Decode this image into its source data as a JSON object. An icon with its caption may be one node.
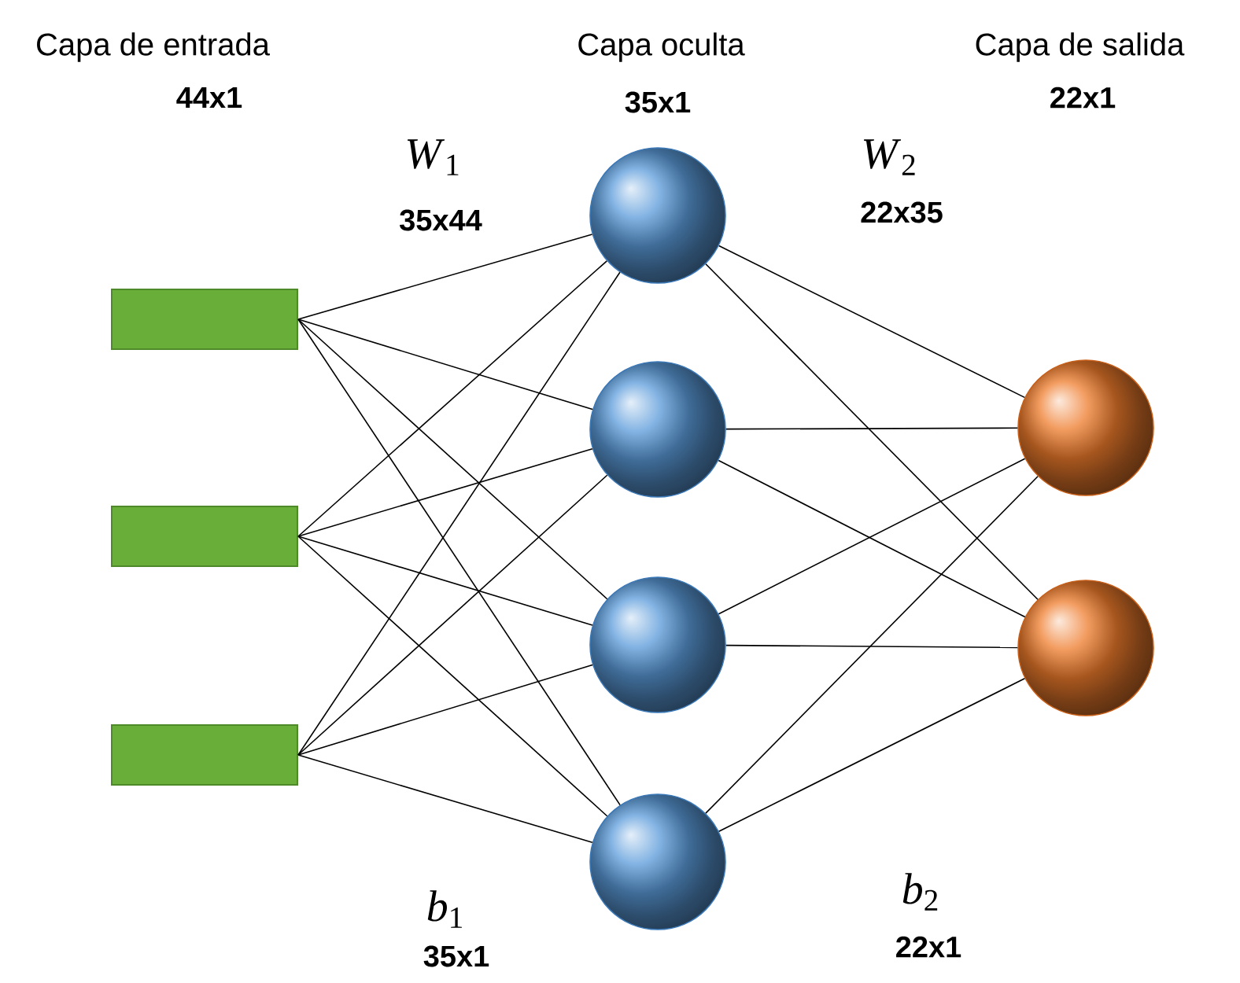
{
  "diagram": {
    "nodes": [
      {
        "text": [],
        "shape": "box"
      },
      {
        "text": [],
        "shape": "box"
      },
      {
        "text": [],
        "shape": "box"
      },
      {
        "text": [],
        "shape": "circle"
      },
      {
        "text": [],
        "shape": "circle"
      },
      {
        "text": [],
        "shape": "circle"
      },
      {
        "text": [],
        "shape": "circle"
      },
      {
        "text": [],
        "shape": "circle"
      },
      {
        "text": [],
        "shape": "circle"
      }
    ],
    "edges": [
      {
        "from": 0,
        "to": 3,
        "arrow": "none"
      },
      {
        "from": 0,
        "to": 4,
        "arrow": "none"
      },
      {
        "from": 0,
        "to": 5,
        "arrow": "none"
      },
      {
        "from": 0,
        "to": 6,
        "arrow": "none"
      },
      {
        "from": 1,
        "to": 3,
        "arrow": "none"
      },
      {
        "from": 1,
        "to": 4,
        "arrow": "none"
      },
      {
        "from": 1,
        "to": 5,
        "arrow": "none"
      },
      {
        "from": 1,
        "to": 6,
        "arrow": "none"
      },
      {
        "from": 2,
        "to": 3,
        "arrow": "none"
      },
      {
        "from": 2,
        "to": 4,
        "arrow": "none"
      },
      {
        "from": 2,
        "to": 5,
        "arrow": "none"
      },
      {
        "from": 2,
        "to": 6,
        "arrow": "none"
      },
      {
        "from": 3,
        "to": 7,
        "arrow": "none"
      },
      {
        "from": 3,
        "to": 8,
        "arrow": "none"
      },
      {
        "from": 4,
        "to": 7,
        "arrow": "none"
      },
      {
        "from": 4,
        "to": 8,
        "arrow": "none"
      },
      {
        "from": 5,
        "to": 7,
        "arrow": "none"
      },
      {
        "from": 5,
        "to": 8,
        "arrow": "none"
      },
      {
        "from": 6,
        "to": 7,
        "arrow": "none"
      },
      {
        "from": 6,
        "to": 8,
        "arrow": "none"
      }
    ],
    "labels": [
      "Capa de entrada",
      "Capa oculta",
      "Capa de salida",
      "44x1",
      "35x1",
      "22x1",
      "*W*$_{1}$",
      "*W*$_{2}$",
      "35x44",
      "22x35",
      "*b*$_{1}$",
      "*b*$_{2}$",
      "35x1",
      "22x1"
    ]
  }
}
